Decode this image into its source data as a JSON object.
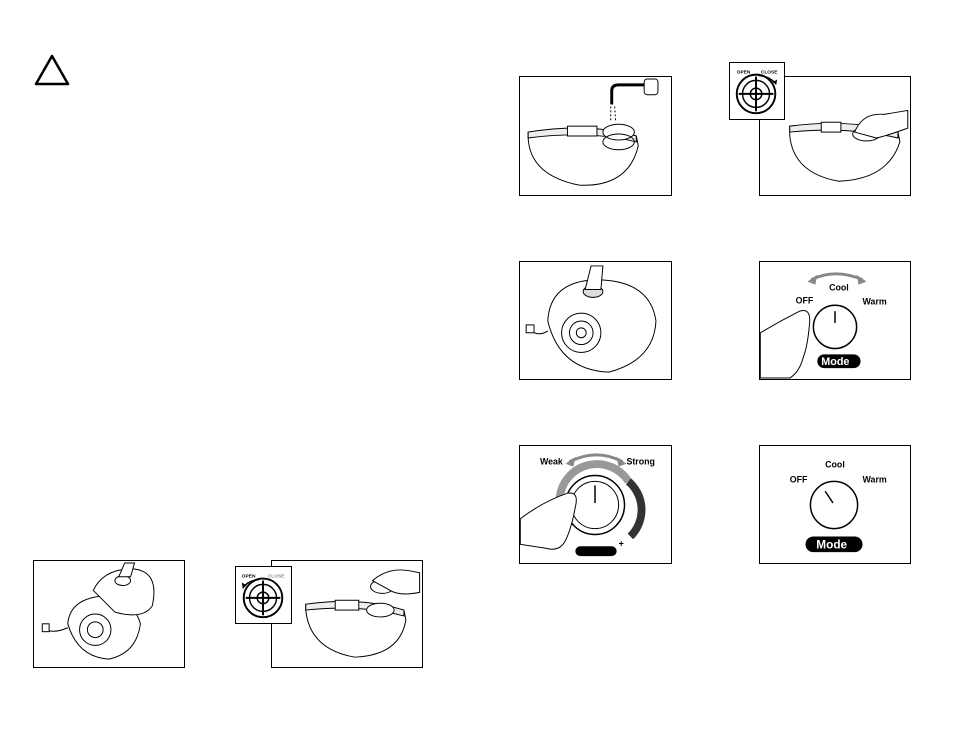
{
  "warning": {
    "icon": "warning-triangle-icon"
  },
  "figures": {
    "fill_tank": {
      "description_icon": "faucet-filling-tank-icon"
    },
    "cap_inset_open_close": {
      "open": "OPEN",
      "close": "CLOSE"
    },
    "close_cap": {
      "description_icon": "hand-closing-cap-icon"
    },
    "press_tank": {
      "description_icon": "hand-pressing-tank-icon"
    },
    "mode_dial_turn": {
      "off": "OFF",
      "cool": "Cool",
      "warm": "Warm",
      "mode": "Mode"
    },
    "intensity_dial": {
      "weak": "Weak",
      "strong": "Strong",
      "plus": "+"
    },
    "mode_dial_off": {
      "off": "OFF",
      "cool": "Cool",
      "warm": "Warm",
      "mode": "Mode"
    },
    "remove_tank": {
      "description_icon": "lifting-tank-icon"
    },
    "cap_inset_bottom": {
      "open": "OPEN",
      "close": "CLOSE"
    },
    "open_cap": {
      "description_icon": "hand-opening-cap-icon"
    }
  }
}
